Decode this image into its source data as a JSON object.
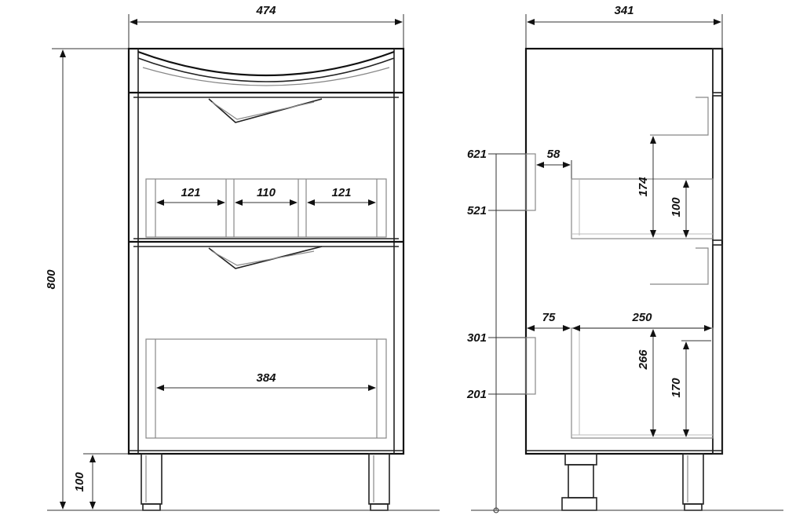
{
  "front_view": {
    "width_label": "474",
    "height_label": "800",
    "leg_height_label": "100",
    "upper_drawer_widths": [
      "121",
      "110",
      "121"
    ],
    "lower_drawer_width_label": "384"
  },
  "side_view": {
    "depth_label": "341",
    "level_labels": [
      "621",
      "521",
      "301",
      "201"
    ],
    "handle_offset_upper_label": "58",
    "handle_offset_lower_label": "75",
    "lower_drawer_depth_label": "250",
    "upper_drawer_outer_height_label": "174",
    "upper_drawer_inner_height_label": "100",
    "lower_drawer_outer_height_label": "266",
    "lower_drawer_inner_height_label": "170"
  }
}
